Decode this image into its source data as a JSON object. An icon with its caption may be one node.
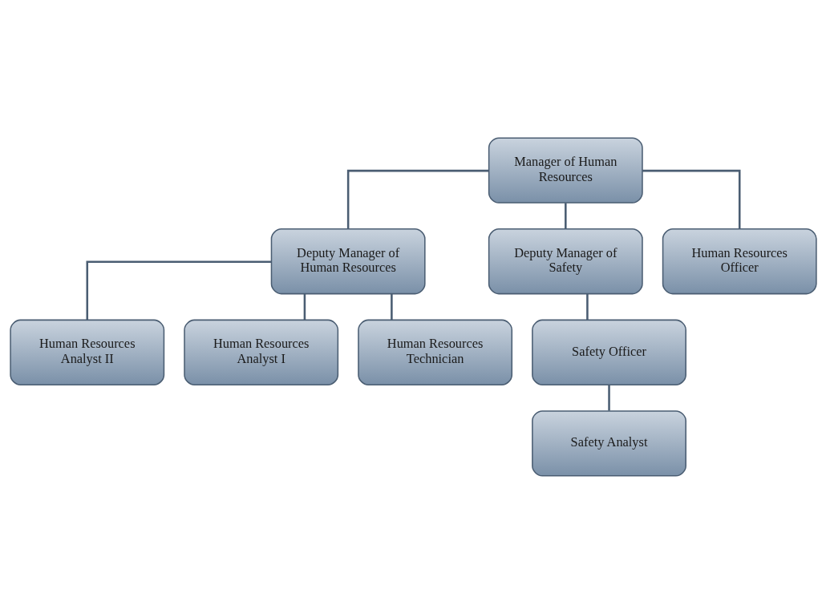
{
  "diagram": {
    "nodes": [
      {
        "text": [
          "Manager of Human Resources"
        ]
      },
      {
        "text": [
          "Deputy Manager of Human Resources"
        ]
      },
      {
        "text": [
          "Deputy Manager of Safety"
        ]
      },
      {
        "text": [
          "Human Resources Officer"
        ]
      },
      {
        "text": [
          "Human Resources Analyst II"
        ]
      },
      {
        "text": [
          "Safety Officer"
        ]
      },
      {
        "text": [
          "Human Resources Analyst I"
        ]
      },
      {
        "text": [
          "Safety Analyst"
        ]
      },
      {
        "text": [
          "Human Resources Technician"
        ]
      }
    ],
    "edges": [
      {
        "from": 0,
        "to": 1,
        "arrow": "none"
      },
      {
        "from": 0,
        "to": 2,
        "arrow": "none"
      },
      {
        "from": 0,
        "to": 3,
        "arrow": "none"
      },
      {
        "from": 1,
        "to": 4,
        "arrow": "none"
      },
      {
        "from": 1,
        "to": 6,
        "arrow": "none"
      },
      {
        "from": 1,
        "to": 8,
        "arrow": "none"
      },
      {
        "from": 2,
        "to": 5,
        "arrow": "none"
      },
      {
        "from": 5,
        "to": 7,
        "arrow": "none"
      }
    ]
  }
}
